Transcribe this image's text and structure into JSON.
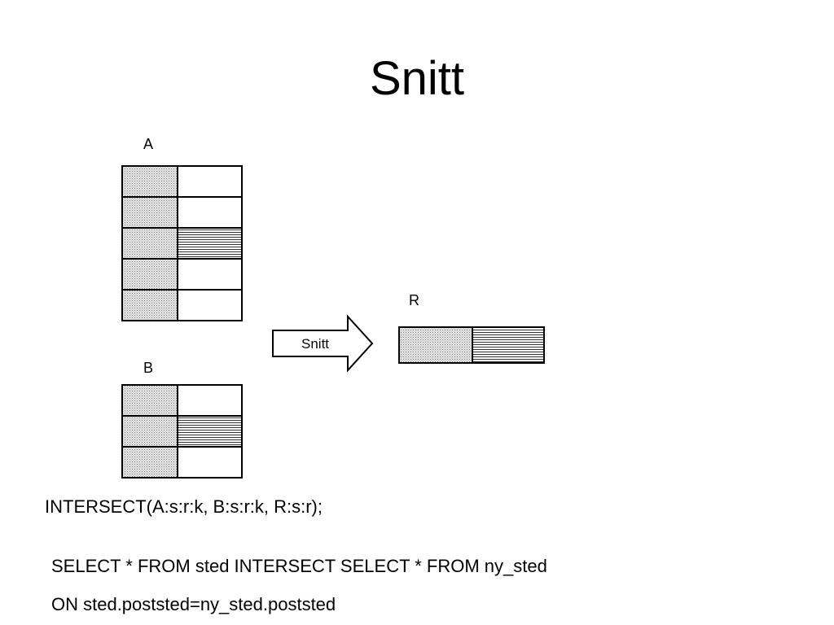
{
  "slide": {
    "title": "Snitt"
  },
  "diagram": {
    "table_a": {
      "label": "A",
      "rows": [
        [
          "dotted",
          "blank"
        ],
        [
          "dotted",
          "blank"
        ],
        [
          "dotted",
          "striped"
        ],
        [
          "dotted",
          "blank"
        ],
        [
          "dotted",
          "blank"
        ]
      ]
    },
    "table_b": {
      "label": "B",
      "rows": [
        [
          "dotted",
          "blank"
        ],
        [
          "dotted",
          "striped"
        ],
        [
          "dotted",
          "blank"
        ]
      ]
    },
    "arrow": {
      "label": "Snitt"
    },
    "table_r": {
      "label": "R",
      "rows": [
        [
          "dotted",
          "striped"
        ]
      ]
    }
  },
  "code": {
    "intersect_call": "INTERSECT(A:s:r:k, B:s:r:k, R:s:r);",
    "sql_line1": "SELECT * FROM sted INTERSECT SELECT * FROM ny_sted",
    "sql_line2": "ON sted.poststed=ny_sted.poststed"
  }
}
